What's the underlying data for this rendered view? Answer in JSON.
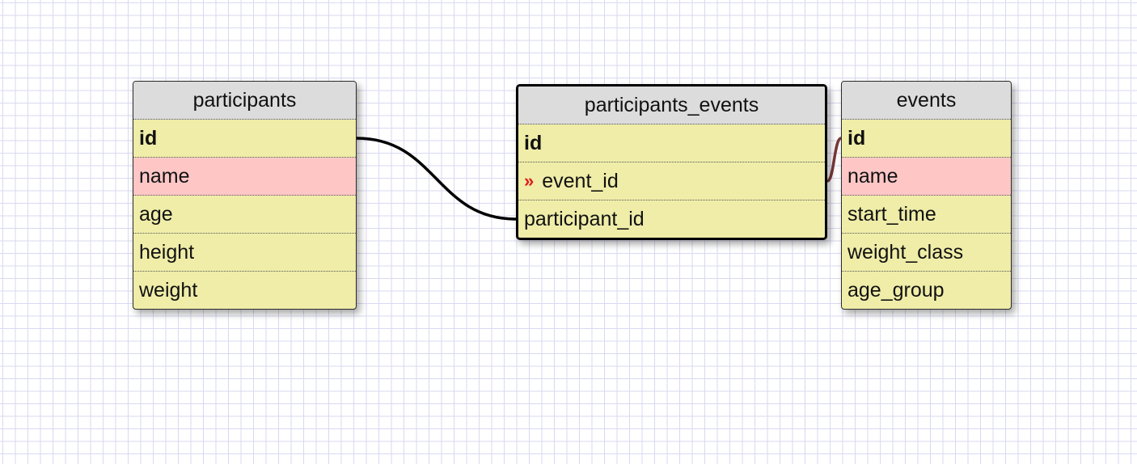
{
  "tables": [
    {
      "id": "participants",
      "name": "participants",
      "selected": false,
      "fields": [
        {
          "name": "id",
          "pk": true,
          "fk": false,
          "highlight": false
        },
        {
          "name": "name",
          "pk": false,
          "fk": false,
          "highlight": true
        },
        {
          "name": "age",
          "pk": false,
          "fk": false,
          "highlight": false
        },
        {
          "name": "height",
          "pk": false,
          "fk": false,
          "highlight": false
        },
        {
          "name": "weight",
          "pk": false,
          "fk": false,
          "highlight": false
        }
      ]
    },
    {
      "id": "participants_events",
      "name": "participants_events",
      "selected": true,
      "fields": [
        {
          "name": "id",
          "pk": true,
          "fk": false,
          "highlight": false
        },
        {
          "name": "event_id",
          "pk": false,
          "fk": true,
          "highlight": false
        },
        {
          "name": "participant_id",
          "pk": false,
          "fk": false,
          "highlight": false
        }
      ]
    },
    {
      "id": "events",
      "name": "events",
      "selected": false,
      "fields": [
        {
          "name": "id",
          "pk": true,
          "fk": false,
          "highlight": false
        },
        {
          "name": "name",
          "pk": false,
          "fk": false,
          "highlight": true
        },
        {
          "name": "start_time",
          "pk": false,
          "fk": false,
          "highlight": false
        },
        {
          "name": "weight_class",
          "pk": false,
          "fk": false,
          "highlight": false
        },
        {
          "name": "age_group",
          "pk": false,
          "fk": false,
          "highlight": false
        }
      ]
    }
  ],
  "relations": [
    {
      "from_table": "participants",
      "from_field": "id",
      "to_table": "participants_events",
      "to_field": "participant_id",
      "color": "#000000"
    },
    {
      "from_table": "events",
      "from_field": "id",
      "to_table": "participants_events",
      "to_field": "event_id",
      "color": "#7a3a3a"
    }
  ],
  "fk_marker_glyph": "»",
  "colors": {
    "row_bg": "#efeda8",
    "highlight_bg": "#ffc6c6",
    "title_bg": "#dcdcdc",
    "fk_marker": "#e01b1b",
    "grid": "#d9d9f2"
  }
}
